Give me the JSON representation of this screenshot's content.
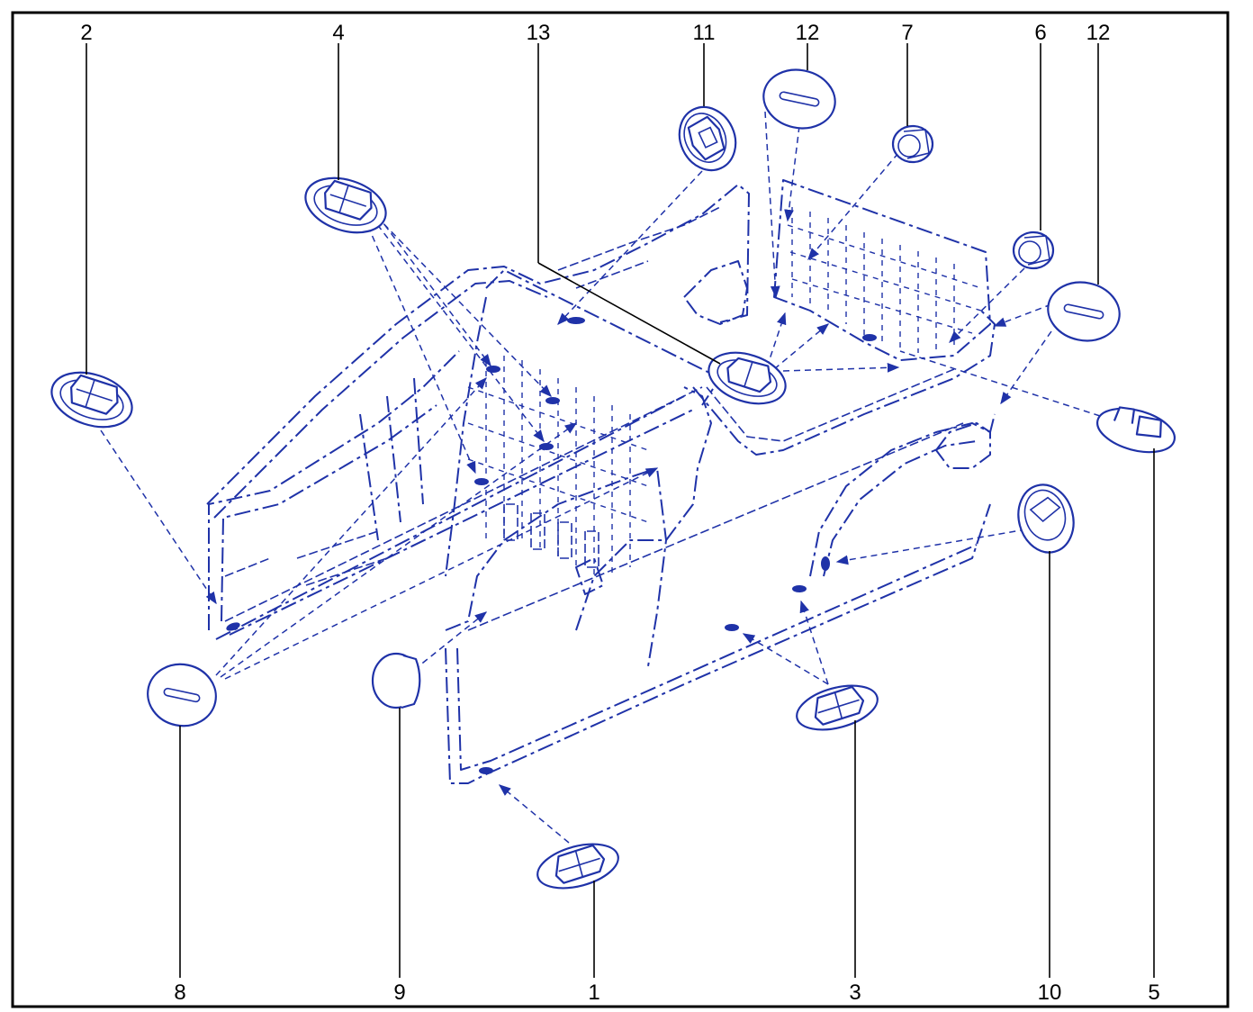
{
  "colors": {
    "line": "#1f32a8",
    "frame": "#000000",
    "background": "#ffffff"
  },
  "callouts": {
    "c1": "1",
    "c2": "2",
    "c3": "3",
    "c4": "4",
    "c5": "5",
    "c6": "6",
    "c7": "7",
    "c8": "8",
    "c9": "9",
    "c10": "10",
    "c11": "11",
    "c12a": "12",
    "c12b": "12",
    "c13": "13"
  }
}
